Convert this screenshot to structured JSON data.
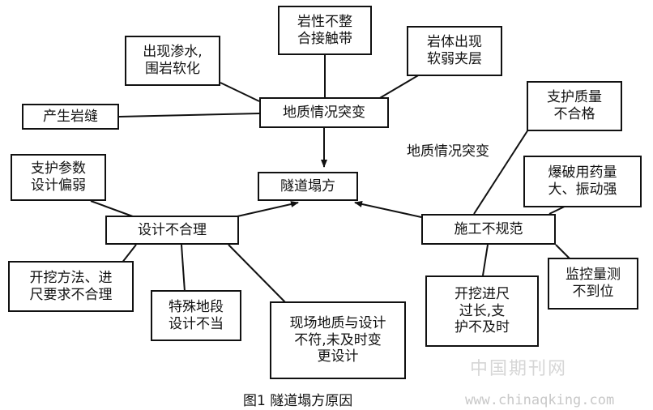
{
  "nodes": {
    "tunnel_collapse": "隧道塌方",
    "geology_change": "地质情况突变",
    "rock_contact_zone": "岩性不整\n合接触带",
    "seepage": "出现渗水,\n围岩软化",
    "soft_layer": "岩体出现\n软弱夹层",
    "rock_fissure": "产生岩缝",
    "design_unreasonable": "设计不合理",
    "support_params": "支护参数\n设计偏弱",
    "excavation_method": "开挖方法、进\n尺要求不合理",
    "special_section": "特殊地段\n设计不当",
    "onsite_geology": "现场地质与设计\n不符,未及时变\n更设计",
    "construction_irregular": "施工不规范",
    "support_quality": "支护质量\n不合格",
    "blasting": "爆破用药量\n大、振动强",
    "monitoring": "监控量测\n不到位",
    "excavation_length": "开挖进尺\n过长,支\n护不及时"
  },
  "annotation": "地质情况突变",
  "caption": "图1  隧道塌方原因",
  "watermark": {
    "cn": "中国期刊网",
    "url": "www.chinaqking.com"
  }
}
